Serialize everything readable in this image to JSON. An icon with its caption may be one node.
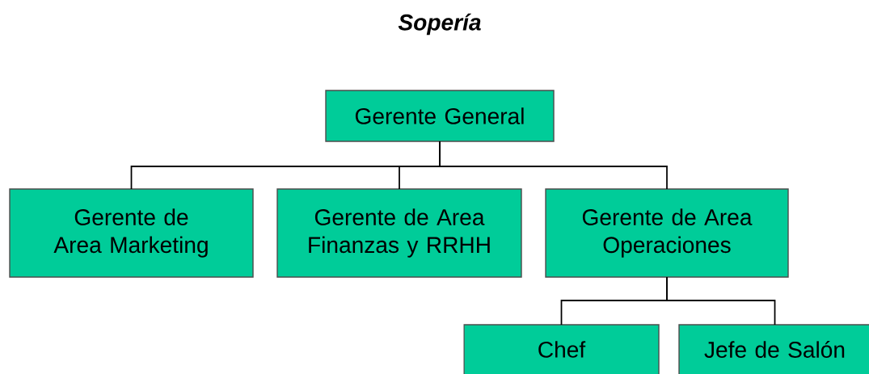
{
  "diagram": {
    "title": "Sopería",
    "nodes": [
      {
        "text": [
          "Gerente General"
        ]
      },
      {
        "text": [
          "Gerente de Area Marketing"
        ]
      },
      {
        "text": [
          "Gerente de Area Finanzas y RRHH"
        ]
      },
      {
        "text": [
          "Gerente de Area Operaciones"
        ]
      },
      {
        "text": [
          "Chef"
        ]
      },
      {
        "text": [
          "Jefe de Salón"
        ]
      }
    ],
    "edges": [
      {
        "from": 0,
        "to": 1,
        "arrow": "none"
      },
      {
        "from": 0,
        "to": 2,
        "arrow": "none"
      },
      {
        "from": 0,
        "to": 3,
        "arrow": "none"
      },
      {
        "from": 3,
        "to": 4,
        "arrow": "none"
      },
      {
        "from": 3,
        "to": 5,
        "arrow": "none"
      }
    ]
  }
}
